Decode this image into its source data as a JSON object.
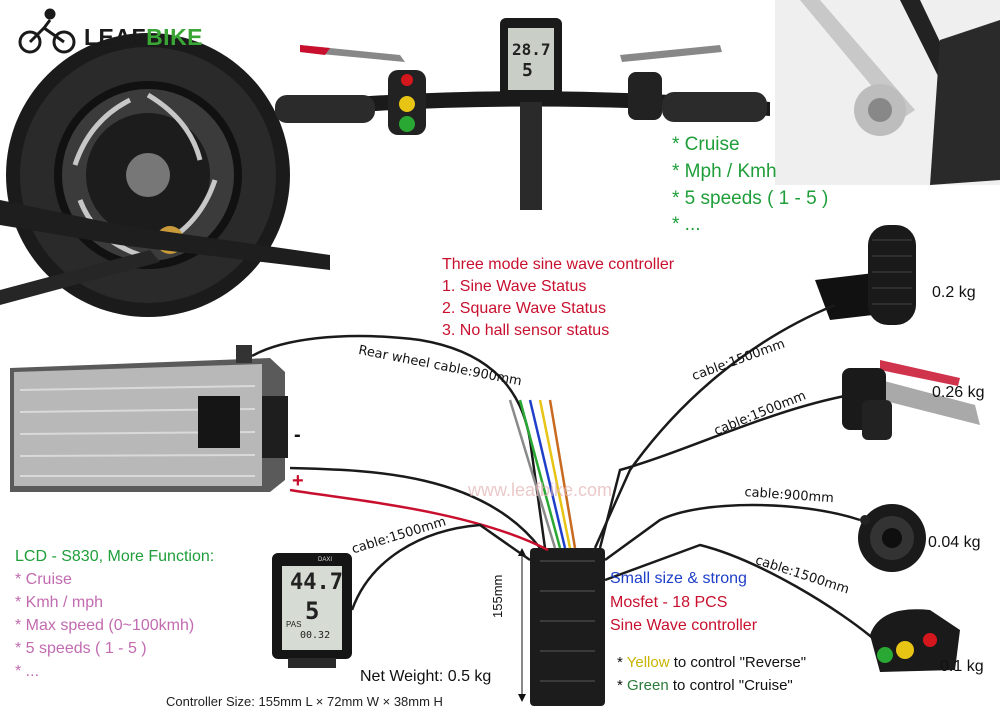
{
  "brand": {
    "name_a": "LEAF",
    "name_b": "BIKE",
    "color_a": "#1a1a1a",
    "color_b": "#3aa636"
  },
  "watermark": "www.leafbike.com",
  "green_features": [
    "* Cruise",
    "* Mph / Kmh",
    "* 5 speeds ( 1 - 5 )",
    "* ..."
  ],
  "modes": {
    "title": "Three mode sine wave controller",
    "items": [
      "1. Sine Wave Status",
      "2. Square Wave Status",
      "3. No hall sensor status"
    ]
  },
  "components": {
    "throttle_weight": "0.2 kg",
    "brake_weight": "0.26 kg",
    "pas_weight": "0.04 kg",
    "switch_weight": "0.1 kg"
  },
  "cables": {
    "rear_wheel": "Rear wheel cable:900mm",
    "throttle": "cable:1500mm",
    "brake": "cable:1500mm",
    "pas": "cable:900mm",
    "switch": "cable:1500mm",
    "lcd": "cable:1500mm"
  },
  "battery": {
    "minus": "-",
    "plus": "+"
  },
  "lcd_features": {
    "title": "LCD - S830, More Function:",
    "items": [
      "* Cruise",
      "* Kmh / mph",
      "* Max speed (0~100kmh)",
      "* 5 speeds ( 1 - 5 )",
      "* ..."
    ]
  },
  "lcd_screen": {
    "speed": "44.7",
    "gear": "5",
    "odo": "00.32",
    "pas": "PAS",
    "brand": "DAXI"
  },
  "handlebar_lcd": {
    "speed": "28.7",
    "gear": "5"
  },
  "controller": {
    "dimension_label": "155mm",
    "weight": "Net Weight: 0.5 kg",
    "size": "Controller Size: 155mm L × 72mm W × 38mm H",
    "strong_line1": "Small size & strong",
    "strong_line2": "Mosfet - 18 PCS",
    "strong_line3": "Sine Wave controller",
    "reverse": {
      "star": "* ",
      "color_word": "Yellow",
      "rest": " to control \"Reverse\""
    },
    "cruise": {
      "star": "* ",
      "color_word": "Green",
      "rest": " to control \"Cruise\""
    }
  },
  "colors": {
    "green": "#1f9e3a",
    "red": "#c8102e",
    "blue": "#1f3fc8",
    "pink": "#c26bb0",
    "yellow": "#c9b400",
    "darkgreen": "#2d7a3a"
  }
}
